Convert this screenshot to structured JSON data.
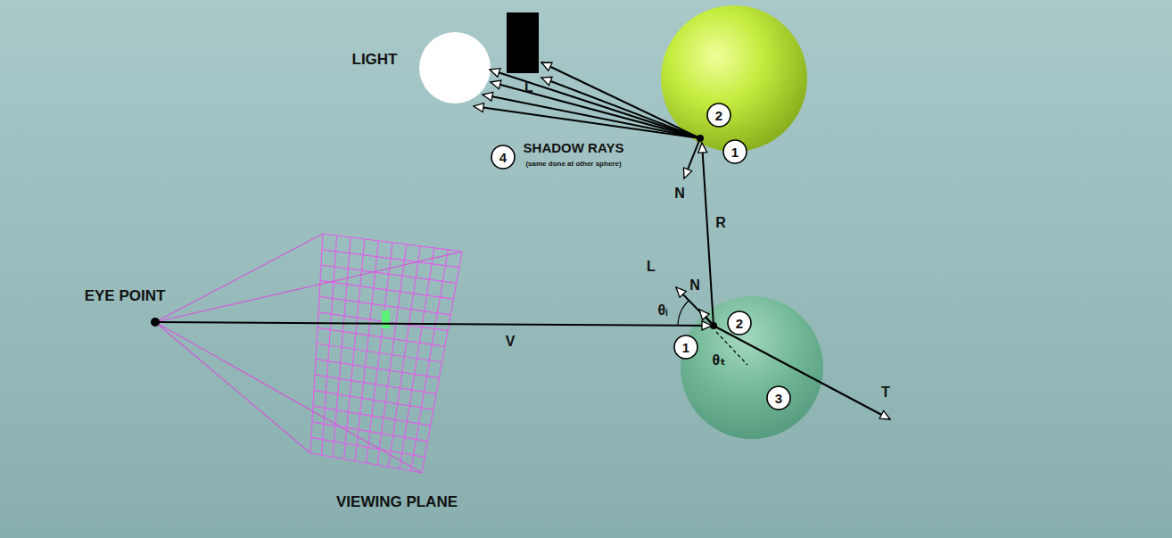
{
  "diagram": {
    "labels": [
      "LIGHT",
      "L",
      "2",
      "1",
      "4",
      "SHADOW RAYS",
      "(same done at other sphere)",
      "N",
      "R",
      "L",
      "N",
      "θᵢ",
      "2",
      "1",
      "θₜ",
      "3",
      "T",
      "EYE POINT",
      "V",
      "VIEWING PLANE"
    ]
  }
}
